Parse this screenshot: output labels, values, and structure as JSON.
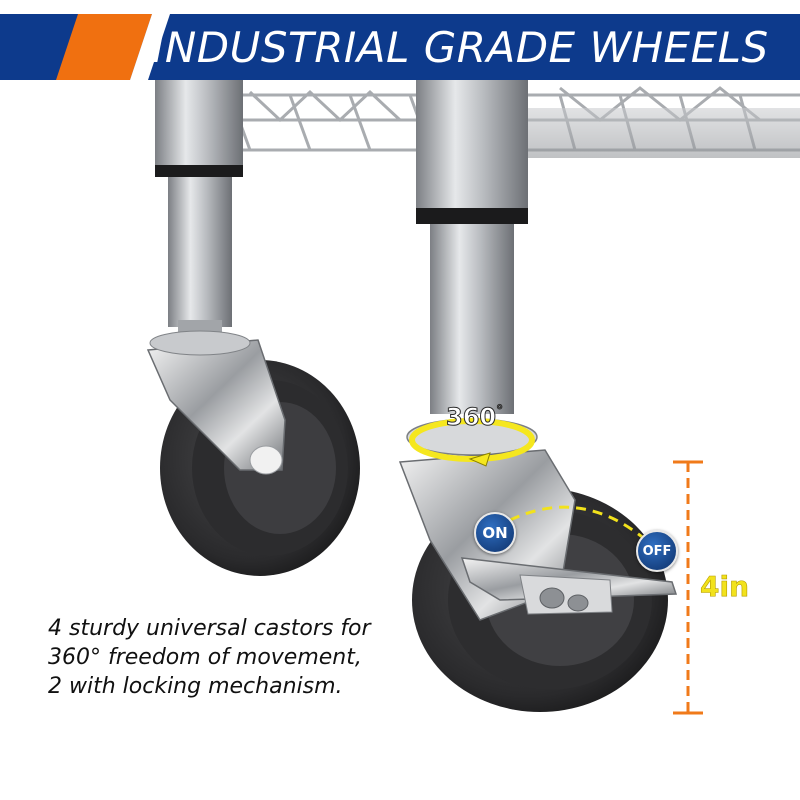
{
  "banner": {
    "title": "INDUSTRIAL GRADE WHEELS",
    "bar_color": "#0d3a8c",
    "accent_color": "#f07010"
  },
  "rotation": {
    "label": "360",
    "degree_mark": "°"
  },
  "lock": {
    "on_label": "ON",
    "off_label": "OFF"
  },
  "dimension": {
    "label": "4in",
    "line_color": "#f07a1a",
    "text_color": "#f2e21c"
  },
  "caption": {
    "lines": [
      "4 sturdy universal castors for",
      "360° freedom of movement,",
      "2 with locking mechanism."
    ]
  },
  "icons": [
    "rotation-arrow-icon",
    "caster-wheel-illustration"
  ]
}
